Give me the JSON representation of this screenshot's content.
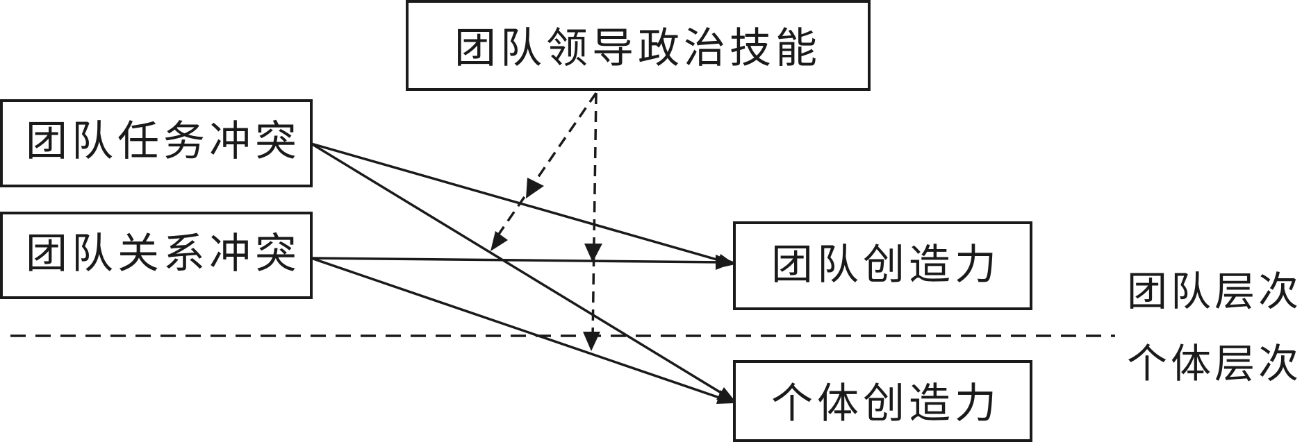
{
  "nodes": {
    "moderator": "团队领导政治技能",
    "task_conflict": "团队任务冲突",
    "relation_conflict": "团队关系冲突",
    "team_creativity": "团队创造力",
    "individual_creativity": "个体创造力"
  },
  "levels": {
    "team": "团队层次",
    "individual": "个体层次"
  },
  "edges": [
    {
      "from": "task_conflict",
      "to": "team_creativity",
      "style": "solid"
    },
    {
      "from": "task_conflict",
      "to": "individual_creativity",
      "style": "solid"
    },
    {
      "from": "relation_conflict",
      "to": "team_creativity",
      "style": "solid"
    },
    {
      "from": "relation_conflict",
      "to": "individual_creativity",
      "style": "solid"
    },
    {
      "from": "moderator",
      "to": "task_conflict->team_creativity",
      "style": "dashed"
    },
    {
      "from": "moderator",
      "to": "task_conflict->individual_creativity",
      "style": "dashed"
    },
    {
      "from": "moderator",
      "to": "relation_conflict->team_creativity",
      "style": "dashed"
    },
    {
      "from": "moderator",
      "to": "relation_conflict->individual_creativity",
      "style": "dashed"
    }
  ],
  "colors": {
    "ink": "#1a1a1a",
    "background": "#ffffff"
  }
}
